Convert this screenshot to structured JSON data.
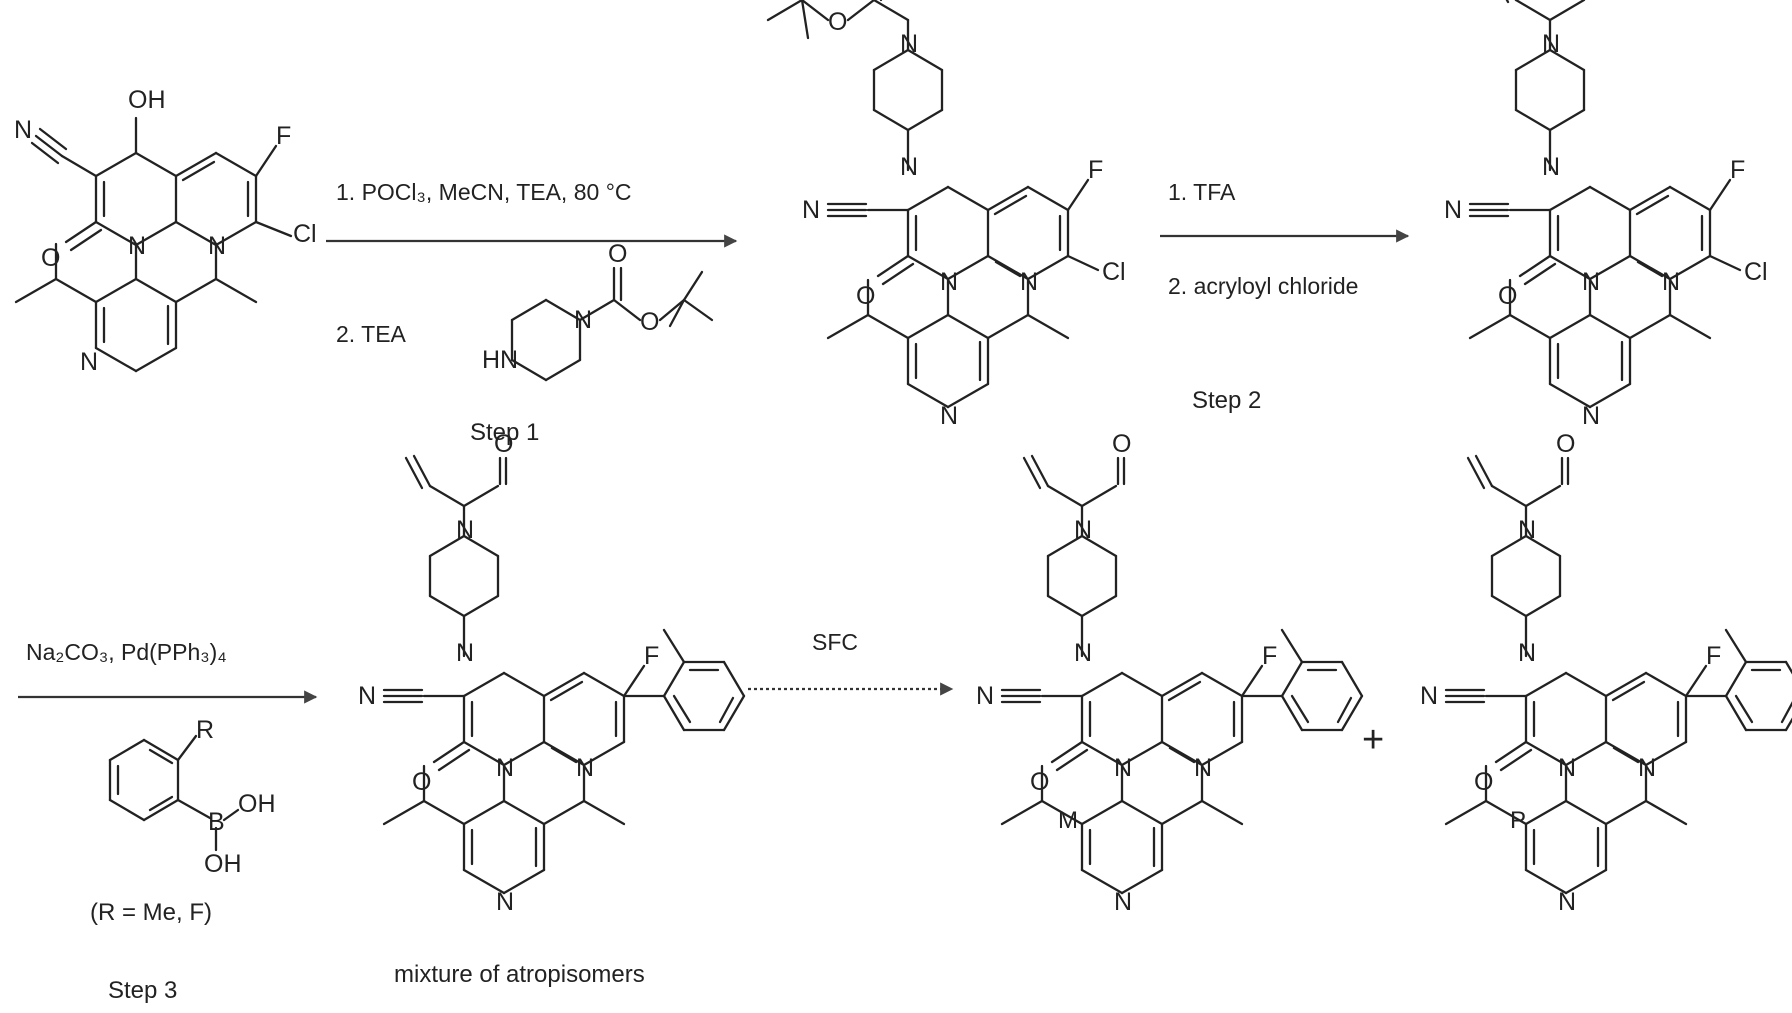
{
  "atoms": {
    "N": "N",
    "O": "O",
    "OH": "OH",
    "F": "F",
    "Cl": "Cl",
    "HN": "HN",
    "B": "B",
    "R": "R"
  },
  "step1": {
    "condition_1": "1. POCl₃, MeCN, TEA, 80 °C",
    "condition_2": "2. TEA",
    "label": "Step 1"
  },
  "step2": {
    "condition_1": "1. TFA",
    "condition_2": "2. acryloyl chloride",
    "label": "Step 2"
  },
  "step3": {
    "condition_1": "Na₂CO₃, Pd(PPh₃)₄",
    "reagent_note": "(R = Me, F)",
    "label": "Step 3"
  },
  "step4": {
    "condition_1": "SFC"
  },
  "labels": {
    "mixture": "mixture of atropisomers",
    "isomer_m": "M",
    "isomer_p": "P",
    "plus": "+"
  }
}
